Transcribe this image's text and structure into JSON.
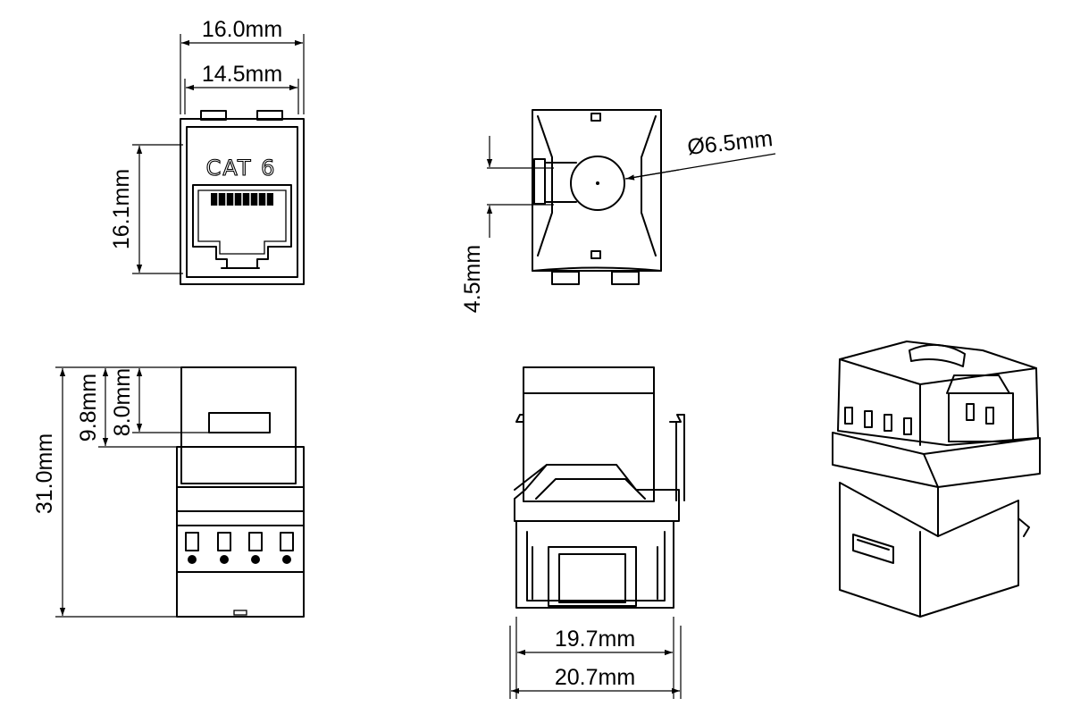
{
  "title": "",
  "marking": "CAT 6",
  "dimensions": {
    "front_outer_width": "16.0mm",
    "front_inner_width": "14.5mm",
    "front_height": "16.1mm",
    "cable_hole_diameter": "Ø6.5mm",
    "side_offset": "4.5mm",
    "total_length": "31.0mm",
    "top_section_a": "9.8mm",
    "top_section_b": "8.0mm",
    "side_inner_width": "19.7mm",
    "side_outer_width": "20.7mm"
  }
}
